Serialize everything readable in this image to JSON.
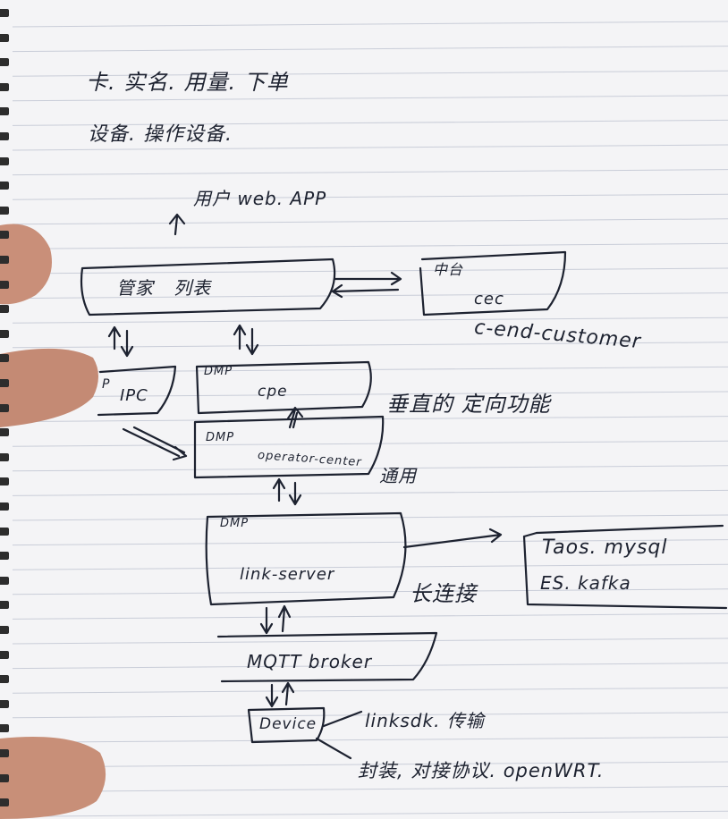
{
  "notes": {
    "line1": "卡. 实名. 用量. 下单",
    "line2": "设备. 操作设备."
  },
  "nodes": {
    "user_web_app": "用户 web. APP",
    "frontend": "管家   列表",
    "zhongtai": "中台",
    "cec": "cec",
    "cec_full": "c-end-customer",
    "ipc_partial": "P",
    "ipc": "IPC",
    "dmp_cpe_tag": "DMP",
    "cpe": "cpe",
    "cpe_note": "垂直的 定向功能",
    "dmp_operator_tag": "DMP",
    "operator_center": "operator-center",
    "operator_note": "通用",
    "dmp_link_tag": "DMP",
    "link_server": "link-server",
    "link_note": "长连接",
    "storage_line1": "Taos. mysql",
    "storage_line2": "ES. kafka",
    "mqtt_broker": "MQTT broker",
    "device": "Device",
    "device_note1": "linksdk. 传输",
    "device_note2": "封装, 对接协议. openWRT."
  },
  "colors": {
    "paper": "#f4f4f6",
    "rule_line": "#c9cdd8",
    "ink": "#1d2230",
    "skin": "#c98f79"
  }
}
